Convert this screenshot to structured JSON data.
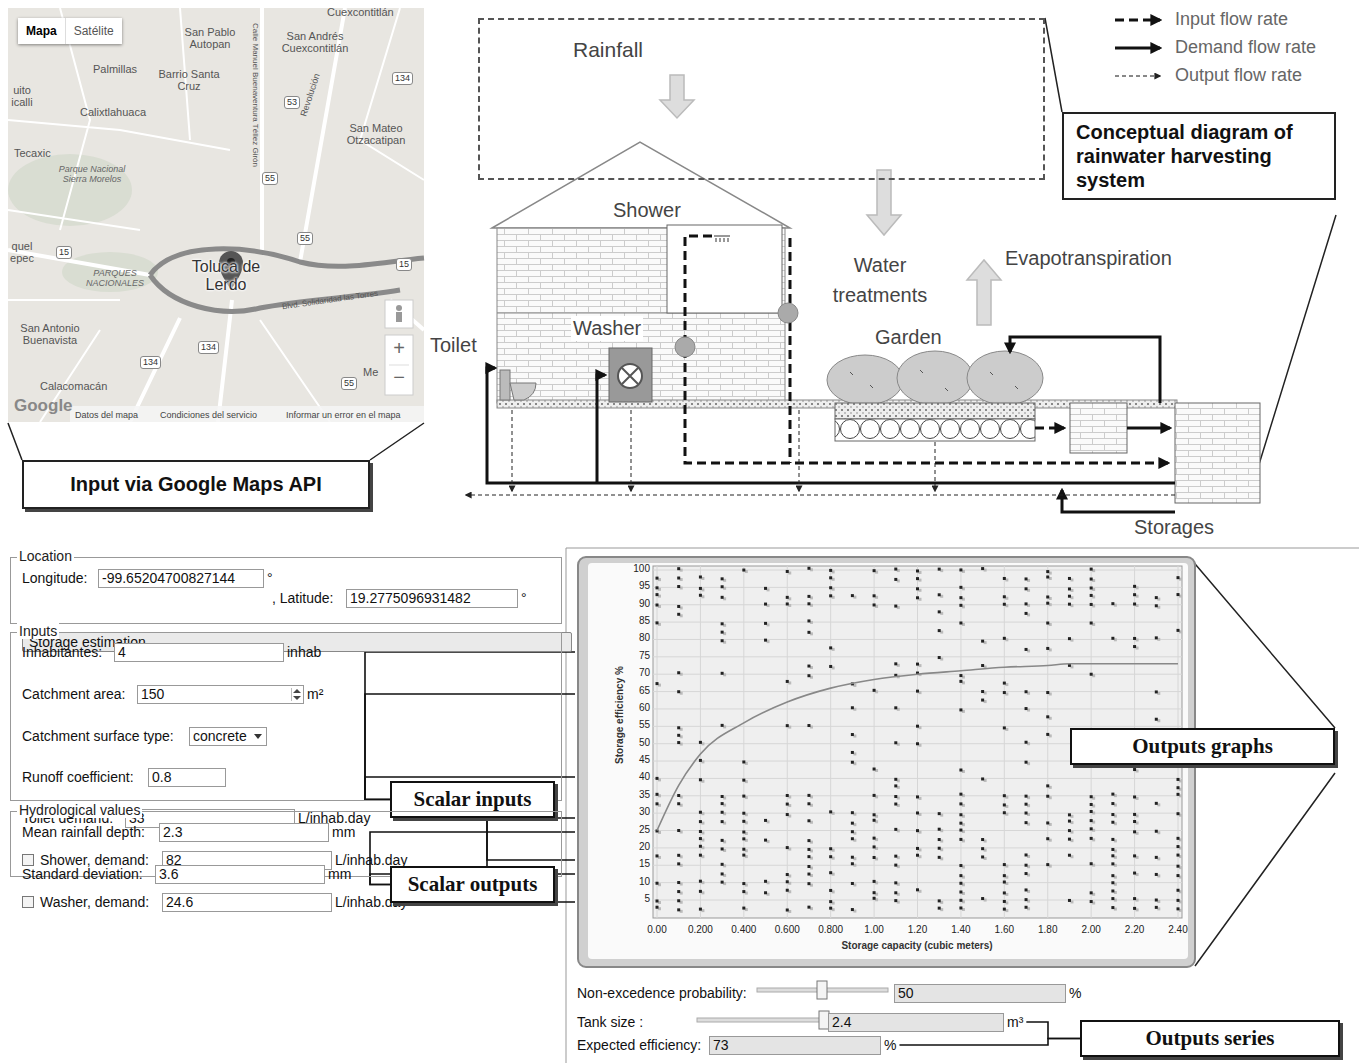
{
  "diagram": {
    "nodes": [
      {
        "text": [
          "Mapa",
          "Satélite"
        ]
      },
      {
        "text": [
          "Rainfall"
        ]
      },
      {
        "text": [
          "Conceptual diagram of rainwater harvesting system"
        ]
      },
      {
        "text": [
          "Input via Google Maps API"
        ]
      },
      {
        "text": [
          "Location"
        ]
      },
      {
        "text": [
          "Longitude:",
          "-99.65204700827144",
          "°"
        ],
        "in": 4
      },
      {
        "text": [
          ", Latitude:",
          "19.2775096931482",
          "°"
        ],
        "in": 4
      },
      {
        "text": [
          "Storage estimation"
        ],
        "in": 4
      },
      {
        "text": [
          "Inputs"
        ]
      },
      {
        "text": [
          "Inhabitantes:",
          "4",
          "inhab"
        ],
        "in": 8
      },
      {
        "text": [
          "Catchment area:",
          "150",
          "m²"
        ],
        "in": 8
      },
      {
        "text": [
          "Catchment surface type:",
          "concrete"
        ],
        "in": 8
      },
      {
        "text": [
          "Runoff coefficient:",
          "0.8"
        ],
        "in": 8
      },
      {
        "text": [
          "Toilet demand:",
          "33",
          "L/inhab.day"
        ],
        "in": 8
      },
      {
        "text": [
          "Shower, demand:",
          "82",
          "L/inhab.day"
        ],
        "in": 8
      },
      {
        "text": [
          "Washer, demand:",
          "24.6",
          "L/inhab.day"
        ],
        "in": 8
      },
      {
        "text": [
          "Scalar inputs"
        ],
        "in": 8
      },
      {
        "text": [
          "Hydrological values"
        ]
      },
      {
        "text": [
          "Mean rainfall depth:",
          "2.3",
          "mm"
        ],
        "in": 17
      },
      {
        "text": [
          "Standard deviation:",
          "3.6",
          "mm"
        ],
        "in": 17
      },
      {
        "text": [
          "Scalar outputs"
        ],
        "in": 17
      },
      {
        "text": [
          "Outputs graphs"
        ]
      },
      {
        "text": [
          "Non-excedence probability:",
          "50",
          "%"
        ]
      },
      {
        "text": [
          "Tank size :",
          "2.4",
          "m³"
        ]
      },
      {
        "text": [
          "Expected efficiency:",
          "73",
          "%"
        ]
      },
      {
        "text": [
          "Outputs series"
        ]
      }
    ],
    "edges": [
      {
        "from": 9,
        "to": 16,
        "arrow": "none"
      },
      {
        "from": 10,
        "to": 16,
        "arrow": "none"
      },
      {
        "from": 12,
        "to": 16,
        "arrow": "none"
      },
      {
        "from": 13,
        "to": 16,
        "arrow": "none"
      },
      {
        "from": 14,
        "to": 16,
        "arrow": "none"
      },
      {
        "from": 15,
        "to": 16,
        "arrow": "none"
      },
      {
        "from": 18,
        "to": 20,
        "arrow": "none"
      },
      {
        "from": 19,
        "to": 20,
        "arrow": "none"
      },
      {
        "from": 23,
        "to": 25,
        "arrow": "none"
      },
      {
        "from": 24,
        "to": 25,
        "arrow": "none"
      }
    ],
    "labels": [
      "Cuexcontitlán",
      "San Pablo Autopan",
      "San Andrés Cuexcontitlán",
      "Palmillas",
      "Barrio Santa Cruz",
      "Calle Manuel Buenaventura Téllez Girón",
      "Revolución",
      "Calixtlahuaca",
      "San Mateo Otzacatipan",
      "Tecaxic",
      "Parque Nacional Sierra Morelos",
      "Toluca de Lerdo",
      "PARQUES NACIONALES",
      "Blvd. Solidaridad las Torres",
      "San Antonio Buenavista",
      "Calacomacán",
      "uito icalli",
      "quel epec",
      "Me",
      "Google",
      "Datos del mapa",
      "Condiciones del servicio",
      "Informar un error en el mapa",
      "+",
      "−",
      "134",
      "53",
      "55",
      "55",
      "15",
      "15",
      "134",
      "134",
      "55",
      "Shower",
      "Water treatments",
      "Evapotranspiration",
      "Washer",
      "Garden",
      "Toilet",
      "Storages",
      "Storage efficiency %",
      "Storage capacity (cubic meters)",
      "100",
      "95",
      "90",
      "85",
      "80",
      "75",
      "70",
      "65",
      "60",
      "55",
      "50",
      "45",
      "40",
      "35",
      "30",
      "25",
      "20",
      "15",
      "10",
      "5",
      "0.00",
      "0.200",
      "0.400",
      "0.600",
      "0.800",
      "1.00",
      "1.20",
      "1.40",
      "1.60",
      "1.80",
      "2.00",
      "2.20",
      "2.40"
    ],
    "legend": [
      {
        "text": "Input flow rate"
      },
      {
        "text": "Demand flow rate"
      },
      {
        "text": "Output flow rate"
      }
    ]
  }
}
